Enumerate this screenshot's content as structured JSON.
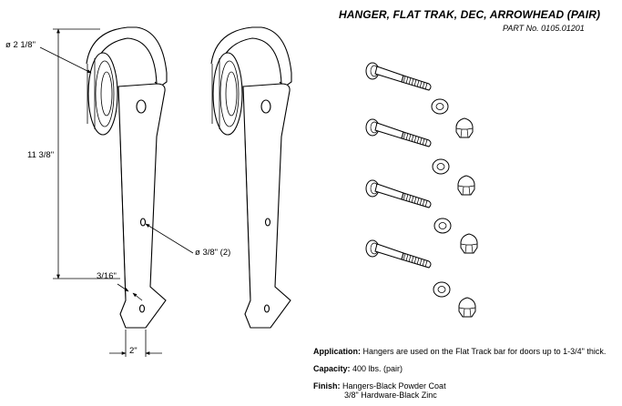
{
  "header": {
    "title": "HANGER, FLAT TRAK, DEC, ARROWHEAD  (PAIR)",
    "part_number": "PART No. 0105.01201"
  },
  "dimensions": {
    "wheel_diameter": "ø 2 1/8\"",
    "overall_height": "11 3/8\"",
    "hole_diameter": "ø 3/8\" (2)",
    "thickness": "3/16\"",
    "width": "2\""
  },
  "specs": {
    "application_label": "Application:",
    "application_text": "Hangers are used on the Flat Track bar for doors up to 1-3/4\" thick.",
    "capacity_label": "Capacity:",
    "capacity_text": "400 lbs. (pair)",
    "finish_label": "Finish:",
    "finish_line1": "Hangers-Black Powder Coat",
    "finish_line2": "3/8\" Hardware-Black Zinc"
  }
}
